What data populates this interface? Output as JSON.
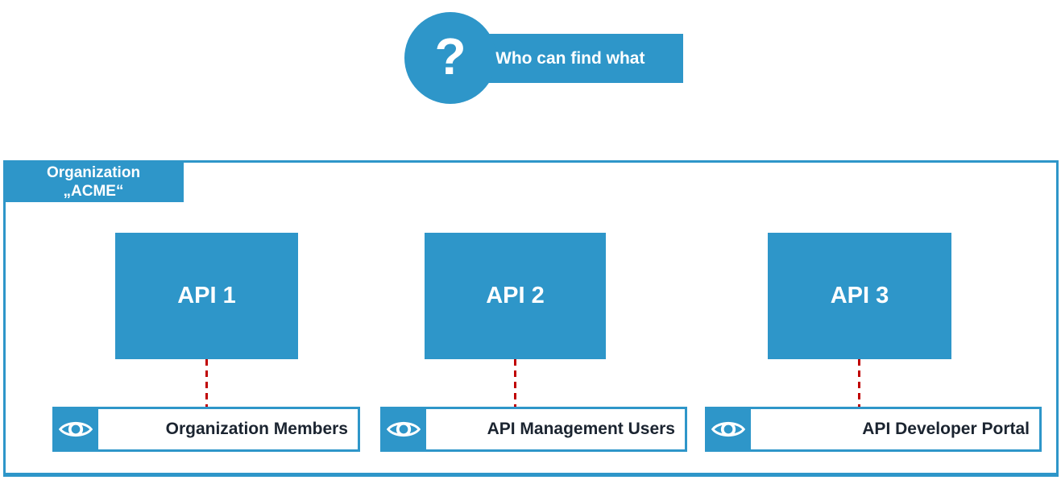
{
  "header": {
    "question_mark": "?",
    "title": "Who can find what"
  },
  "organization": {
    "name_line1": "Organization",
    "name_line2": "„ACME“"
  },
  "apis": [
    {
      "name": "API 1",
      "visible_to": "Organization Members"
    },
    {
      "name": "API 2",
      "visible_to": "API Management Users"
    },
    {
      "name": "API 3",
      "visible_to": "API Developer Portal"
    }
  ],
  "icons": {
    "header_icon": "question-mark-icon",
    "visibility_icon": "eye-icon"
  },
  "colors": {
    "accent_blue": "#2E96C9",
    "connector_red": "#C00000",
    "label_text_dark": "#1B2430",
    "text_on_blue": "#FFFFFF"
  }
}
